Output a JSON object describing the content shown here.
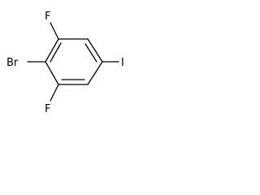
{
  "molecule": {
    "atoms": {
      "f_top": "F",
      "br": "Br",
      "f_bottom": "F",
      "i": "I"
    }
  },
  "colors": {
    "bond": "#000000",
    "label": "#000000",
    "background": "#ffffff"
  }
}
